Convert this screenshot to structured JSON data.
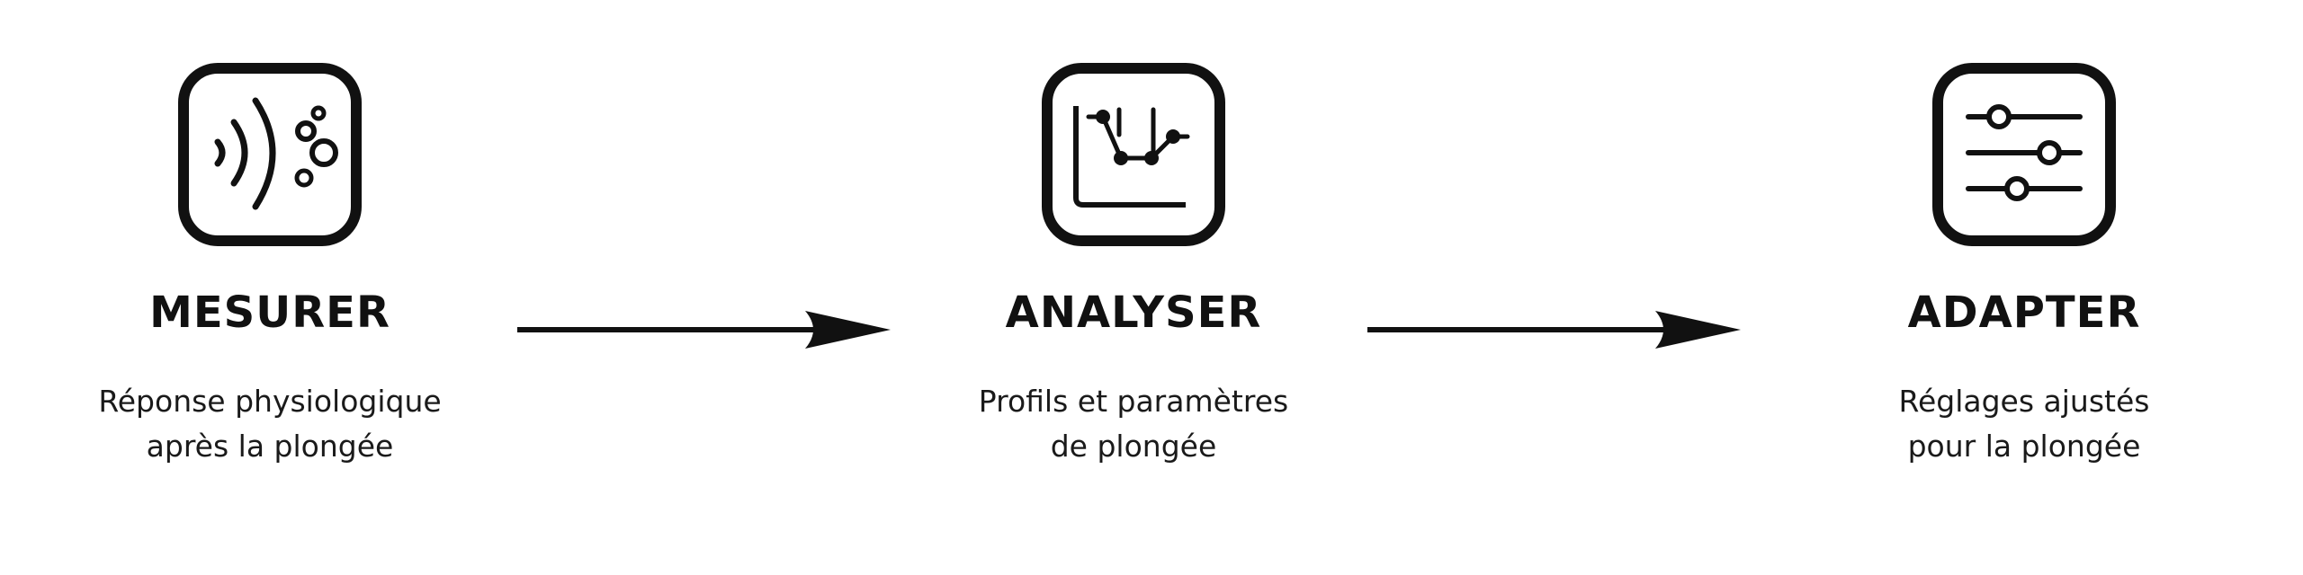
{
  "steps": [
    {
      "title": "MESURER",
      "desc_line1": "Réponse physiologique",
      "desc_line2": "après la plongée",
      "icon": "sonar-bubbles-icon"
    },
    {
      "title": "ANALYSER",
      "desc_line1": "Profils et paramètres",
      "desc_line2": "de plongée",
      "icon": "dive-profile-chart-icon"
    },
    {
      "title": "ADAPTER",
      "desc_line1": "Réglages ajustés",
      "desc_line2": "pour la plongée",
      "icon": "sliders-icon"
    }
  ],
  "arrows": [
    "arrow-right-icon",
    "arrow-right-icon"
  ],
  "colors": {
    "stroke": "#111111",
    "background": "#ffffff"
  }
}
